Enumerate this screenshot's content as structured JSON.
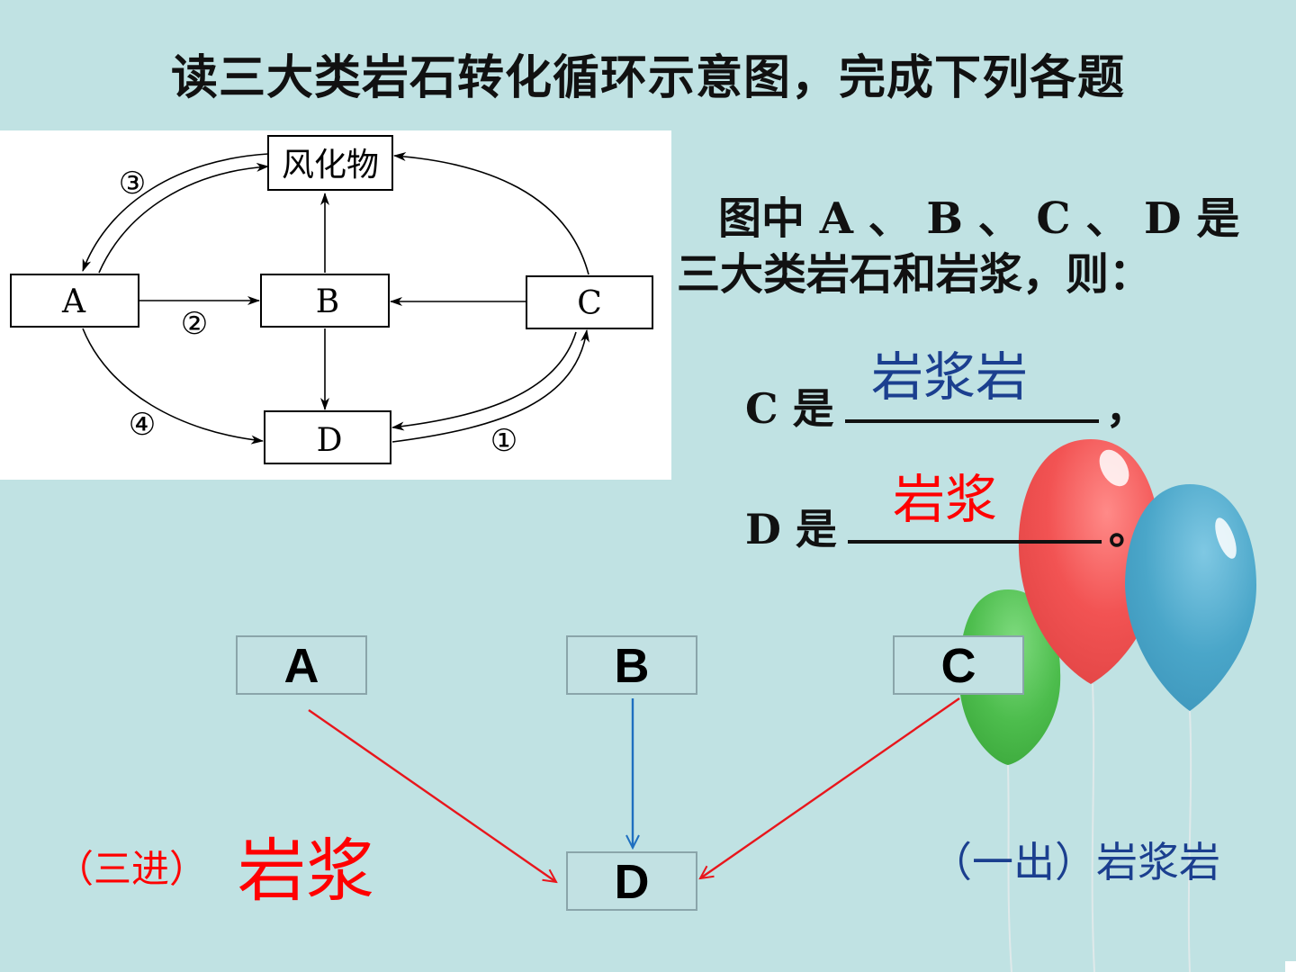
{
  "title": "读三大类岩石转化循环示意图，完成下列各题",
  "diagram": {
    "top_box": "风化物",
    "node_a": "A",
    "node_b": "B",
    "node_c": "C",
    "node_d": "D",
    "label_1": "①",
    "label_2": "②",
    "label_3": "③",
    "label_4": "④"
  },
  "question": {
    "line1": "图中 A 、 B 、 C 、 D 是",
    "line2": "三大类岩石和岩浆，则：",
    "c_prefix": "C 是",
    "c_suffix": "，",
    "d_prefix": "D 是",
    "d_suffix": "。",
    "c_answer": "岩浆岩",
    "d_answer": "岩浆"
  },
  "flow": {
    "box_a": "A",
    "box_b": "B",
    "box_c": "C",
    "box_d": "D",
    "left_caption_small": "（三进）",
    "left_caption_big": "岩浆",
    "right_caption": "（一出）岩浆岩"
  },
  "colors": {
    "background": "#c0e2e3",
    "answer_c": "#1b3f8f",
    "answer_d": "#ff0000",
    "arrow_red": "#e8161c",
    "arrow_blue": "#1f6fc0",
    "balloon_red": "#f25353",
    "balloon_blue": "#4aa6c9",
    "balloon_green": "#4dbd4d"
  }
}
